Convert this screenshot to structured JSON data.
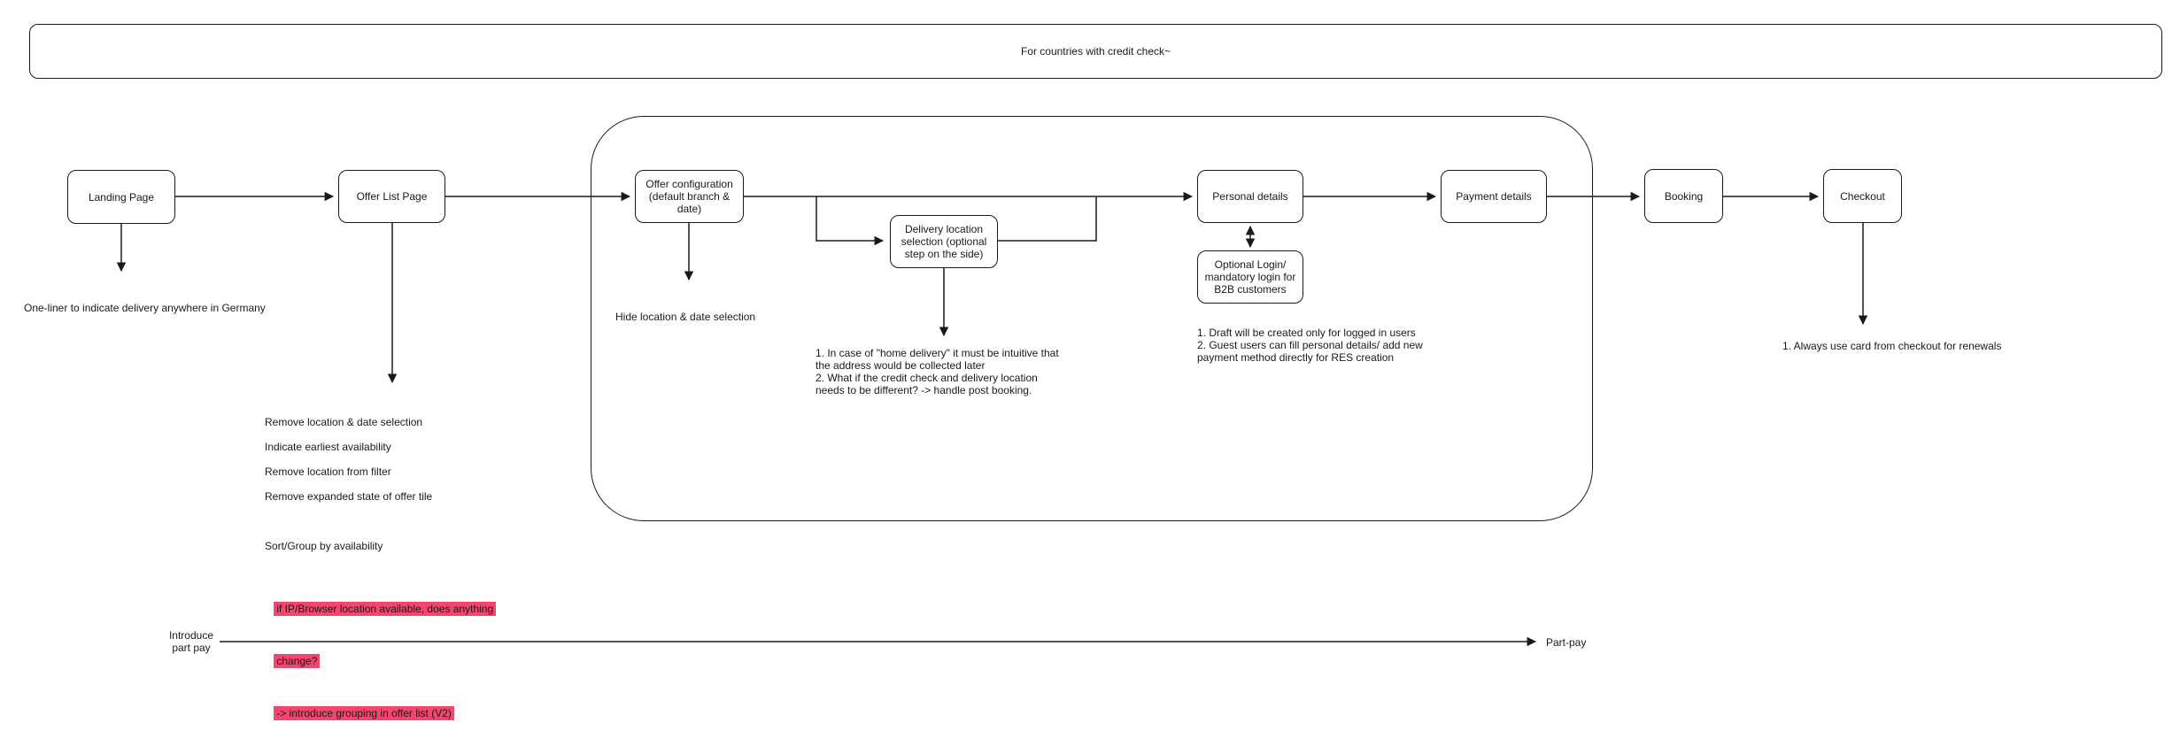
{
  "banner": {
    "label": "For countries with credit check~"
  },
  "nodes": {
    "landing": "Landing Page",
    "offer_list": "Offer List Page",
    "offer_config": "Offer configuration\n(default branch &\ndate)",
    "delivery": "Delivery location\nselection (optional\nstep on the side)",
    "personal": "Personal details",
    "optional_login": "Optional Login/\nmandatory login for\nB2B customers",
    "payment": "Payment details",
    "booking": "Booking",
    "checkout": "Checkout"
  },
  "notes": {
    "landing": "One-liner to indicate delivery anywhere in Germany",
    "offer_config": "Hide location & date selection",
    "offer_list_lines": [
      "Remove location & date selection",
      "Indicate earliest availability",
      "Remove location from filter",
      "Remove expanded state of offer tile"
    ],
    "offer_list_sort": "Sort/Group by availability",
    "offer_list_highlight_lines": [
      "if IP/Browser location available, does anything",
      "change?",
      "-> introduce grouping in offer list (V2)"
    ],
    "delivery": "1. In case of \"home delivery\" it must be intuitive that\nthe address would be collected later\n2. What if the credit check and delivery location\nneeds to be different? -> handle post booking.",
    "personal": "1. Draft will be created only for logged in users\n2. Guest users can fill personal details/ add new\npayment method directly for RES creation",
    "checkout": "1. Always use card from checkout for renewals"
  },
  "partpay": {
    "from_label": "Introduce\npart pay",
    "to_label": "Part-pay"
  },
  "colors": {
    "stroke": "#1a1a1a",
    "highlight": "#f2466e",
    "shape_fill": "#ffffff",
    "canvas": "#ffffff"
  }
}
